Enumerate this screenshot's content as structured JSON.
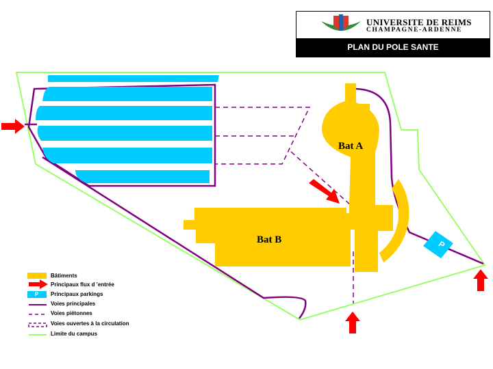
{
  "header": {
    "university_name": "UNIVERSITE DE REIMS",
    "university_region": "CHAMPAGNE-ARDENNE",
    "map_title": "PLAN DU POLE SANTE"
  },
  "map": {
    "buildings": [
      {
        "id": "bat-a",
        "label": "Bat A"
      },
      {
        "id": "bat-b",
        "label": "Bat B"
      }
    ],
    "parking_symbol": "P"
  },
  "legend": {
    "items": [
      {
        "key": "batiments",
        "label": "Bâtiments"
      },
      {
        "key": "flux",
        "label": "Principaux flux d ’entrée"
      },
      {
        "key": "parkings",
        "label": "Principaux parkings",
        "symbol": "P"
      },
      {
        "key": "voies-principales",
        "label": "Voies principales"
      },
      {
        "key": "voies-pietonnes",
        "label": "Voies piétonnes"
      },
      {
        "key": "voies-ouvertes",
        "label": "Voies ouvertes à la circulation"
      },
      {
        "key": "limite",
        "label": "Limite du campus"
      }
    ]
  },
  "colors": {
    "building": "#FFCC00",
    "parking": "#00CCFF",
    "road": "#800080",
    "arrow": "#FF0000",
    "boundary": "#99FF66"
  }
}
